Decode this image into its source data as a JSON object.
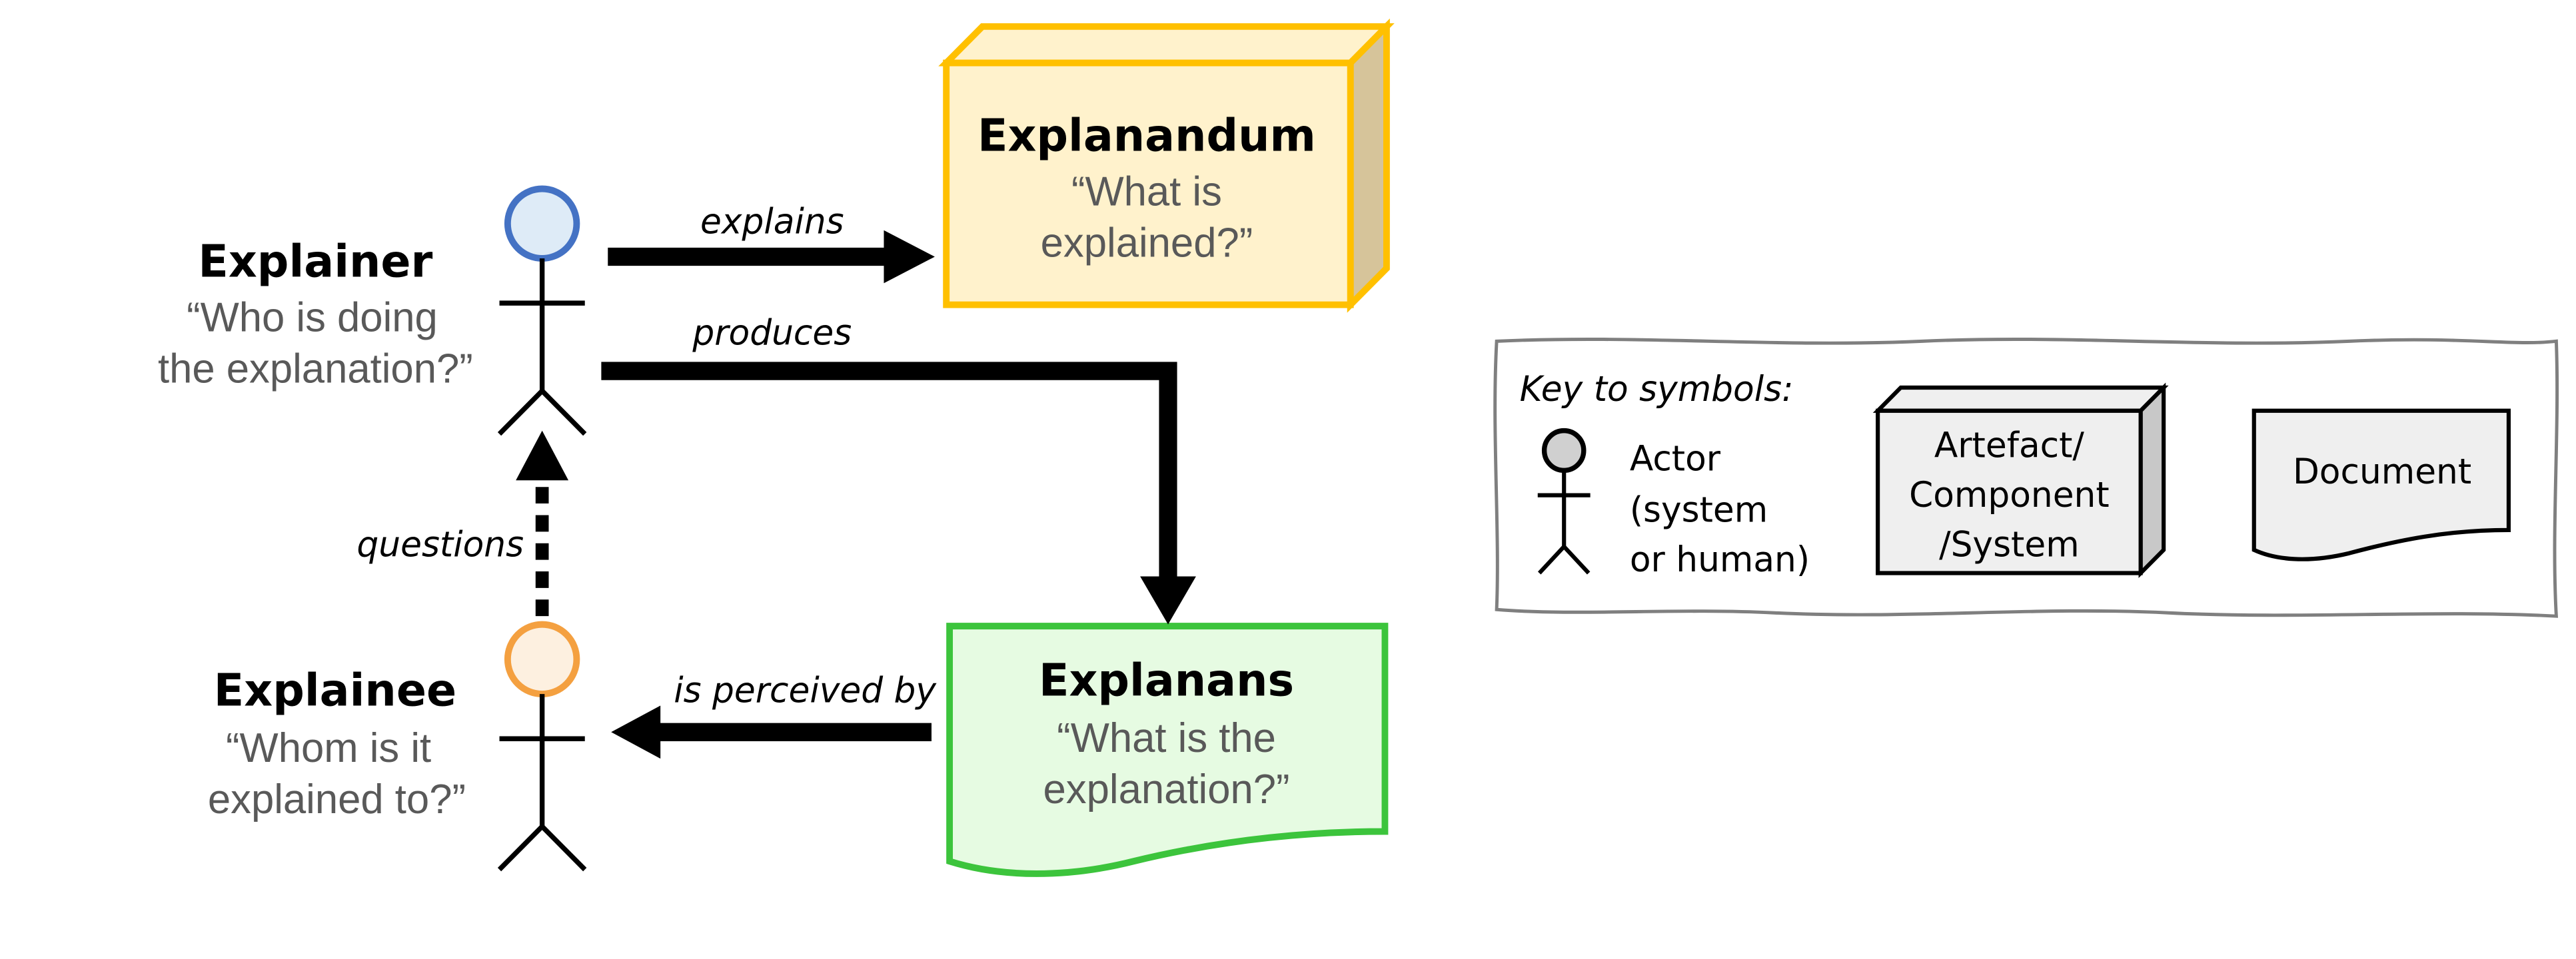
{
  "explainer": {
    "title": "Explainer",
    "question_line1": "“Who is doing",
    "question_line2": "the explanation?”"
  },
  "explainee": {
    "title": "Explainee",
    "question_line1": "“Whom is it",
    "question_line2": "explained to?”"
  },
  "explanandum": {
    "title": "Explanandum",
    "question_line1": "“What is",
    "question_line2": "explained?”"
  },
  "explanans": {
    "title": "Explanans",
    "question_line1": "“What is the",
    "question_line2": "explanation?”"
  },
  "relations": {
    "explains": "explains",
    "produces": "produces",
    "questions": "questions",
    "is_perceived_by": "is perceived by"
  },
  "legend": {
    "title": "Key to symbols:",
    "actor_line1": "Actor",
    "actor_line2": "(system",
    "actor_line3": "or human)",
    "artefact_line1": "Artefact/",
    "artefact_line2": "Component",
    "artefact_line3": "/System",
    "document": "Document"
  },
  "colors": {
    "explainer_head": "#4472C4",
    "explainer_head_fill": "#DEEBF7",
    "explainee_head": "#F4A040",
    "explainee_head_fill": "#FDF0E0",
    "explanandum_stroke": "#FFC000",
    "explanandum_fill": "#FFF2CC",
    "explanandum_side": "#D6C49A",
    "explanans_stroke": "#3CC43C",
    "explanans_fill": "#E6FBE2",
    "legend_actor_head_fill": "#D0D0D0",
    "legend_box_fill": "#EFEFEF",
    "legend_side_fill": "#C8C8C8",
    "legend_border": "#7F7F7F"
  }
}
